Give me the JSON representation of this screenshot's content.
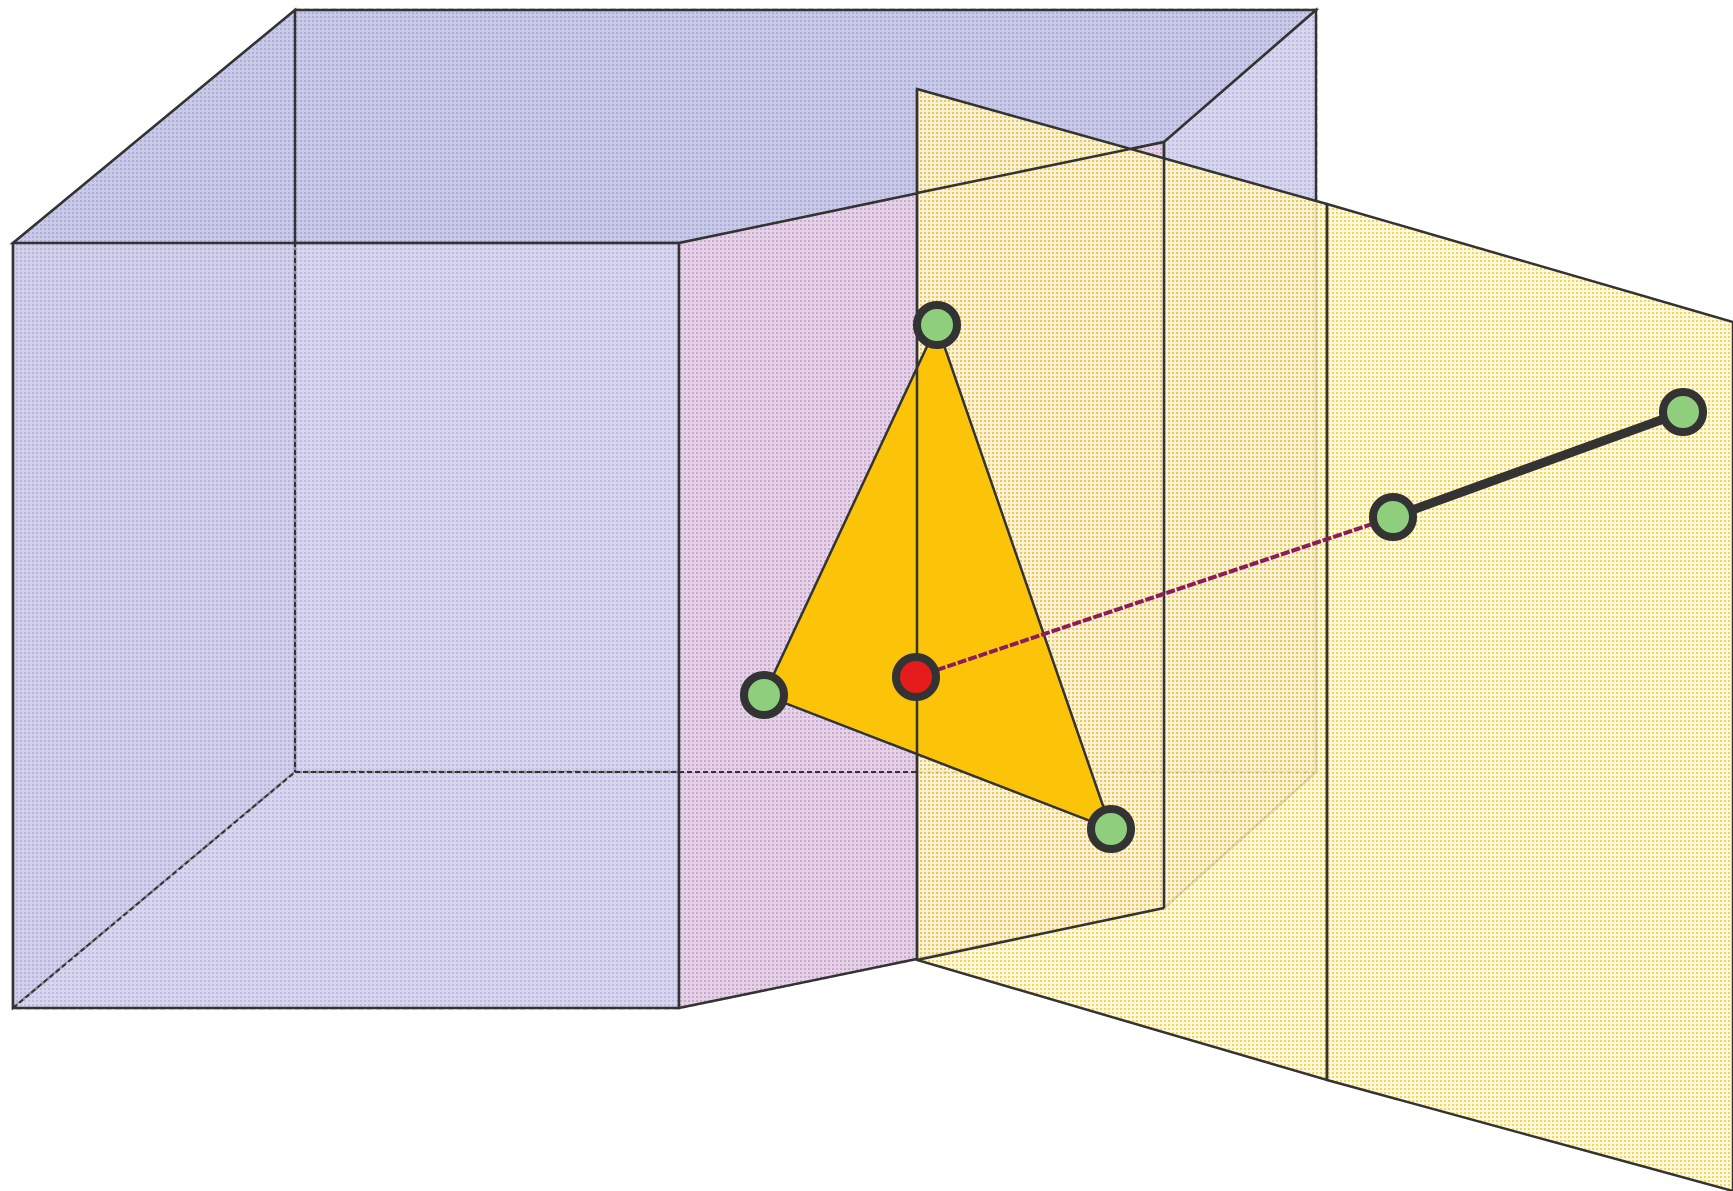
{
  "diagram": {
    "description_visible_text": "",
    "colors": {
      "background": "#ffffff",
      "box_fill": "#b9b9e0",
      "box_back_fill": "#c6c6e6",
      "box_purple_face": "#d9b9d9",
      "plane_fill": "#f6dc6e",
      "triangle_fill": "#fcc409",
      "edge_stroke": "#333333",
      "vertex_fill": "#8fce7d",
      "vertex_stroke": "#333333",
      "intersection_fill": "#e41c1c",
      "ray_color": "#8b1c5b"
    },
    "elements": {
      "box": "rectangular-box",
      "planes": [
        "clipping-plane-near",
        "clipping-plane-far"
      ],
      "triangle": "triangle",
      "vertices": [
        "vertex-top",
        "vertex-left",
        "vertex-bottom-right"
      ],
      "intersection": "intersection-point",
      "segment": "line-segment",
      "segment_endpoints": [
        "segment-end-near",
        "segment-end-far"
      ]
    }
  }
}
